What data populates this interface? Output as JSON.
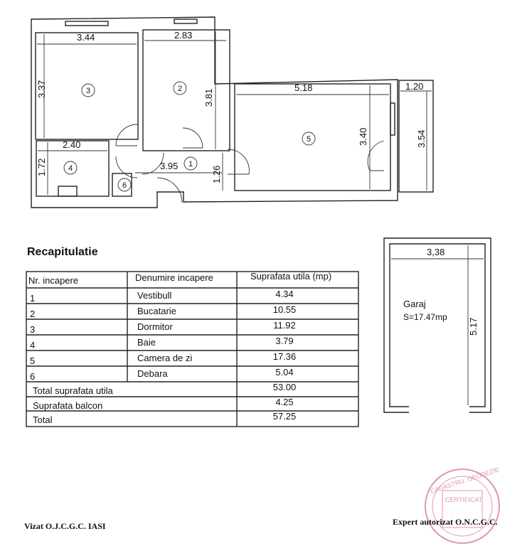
{
  "plan": {
    "dimensions": {
      "room3_width": "3.44",
      "room3_height": "3.37",
      "room2_width": "2.83",
      "room2_height": "3.81",
      "room5_width": "5.18",
      "room5_height": "3.40",
      "balcony_width": "1.20",
      "balcony_height": "3.54",
      "room4_width": "2.40",
      "room4_height": "1.72",
      "room1_width": "3.95",
      "room1_height": "1.26"
    },
    "room_numbers": [
      "1",
      "2",
      "3",
      "4",
      "5",
      "6"
    ]
  },
  "garage": {
    "label": "Garaj",
    "area": "S=17.47mp",
    "width": "3,38",
    "length": "5.17"
  },
  "summary": {
    "title": "Recapitulatie",
    "headers": [
      "Nr. incapere",
      "Denumire  incapere",
      "Suprafata utila (mp)"
    ],
    "rows": [
      {
        "nr": "1",
        "name": "Vestibull",
        "area": "4.34"
      },
      {
        "nr": "2",
        "name": "Bucatarie",
        "area": "10.55"
      },
      {
        "nr": "3",
        "name": "Dormitor",
        "area": "11.92"
      },
      {
        "nr": "4",
        "name": "Baie",
        "area": "3.79"
      },
      {
        "nr": "5",
        "name": "Camera de zi",
        "area": "17.36"
      },
      {
        "nr": "6",
        "name": "Debara",
        "area": "5.04"
      }
    ],
    "totals": [
      {
        "label": "Total suprafata utila",
        "value": "53.00"
      },
      {
        "label": "Suprafata balcon",
        "value": "4.25"
      },
      {
        "label": "Total",
        "value": "57.25"
      }
    ]
  },
  "footer": {
    "left_note": "Vizat O.J.C.G.C. IASI",
    "right_note": "Expert autorizat O.N.C.G.C.",
    "stamp_text": "CADASTRU, GEODEZIE",
    "stamp_inner": "CERTIFICAT",
    "stamp_color": "#d66a8a"
  }
}
